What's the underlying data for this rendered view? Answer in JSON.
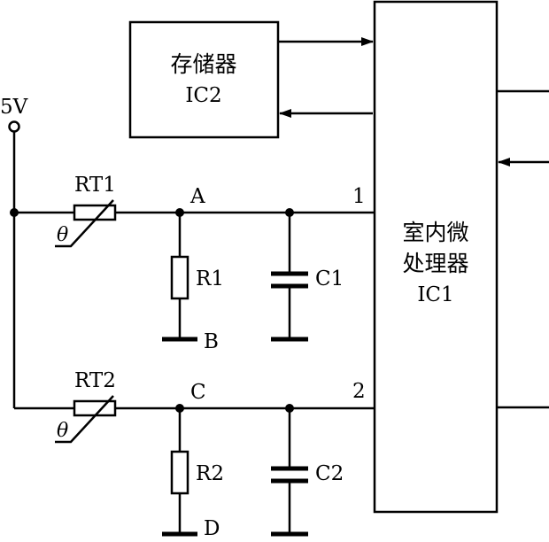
{
  "supply": {
    "label": "5V"
  },
  "memory": {
    "line1": "存储器",
    "line2": "IC2"
  },
  "mcu": {
    "line1": "室内微",
    "line2": "处理器",
    "line3": "IC1"
  },
  "pins": {
    "p1": "1",
    "p2": "2"
  },
  "thermistors": [
    {
      "label": "RT1",
      "symbol": "θ"
    },
    {
      "label": "RT2",
      "symbol": "θ"
    }
  ],
  "nodes": {
    "a": "A",
    "b": "B",
    "c": "C",
    "d": "D"
  },
  "resistors": [
    {
      "label": "R1"
    },
    {
      "label": "R2"
    }
  ],
  "capacitors": [
    {
      "label": "C1"
    },
    {
      "label": "C2"
    }
  ]
}
